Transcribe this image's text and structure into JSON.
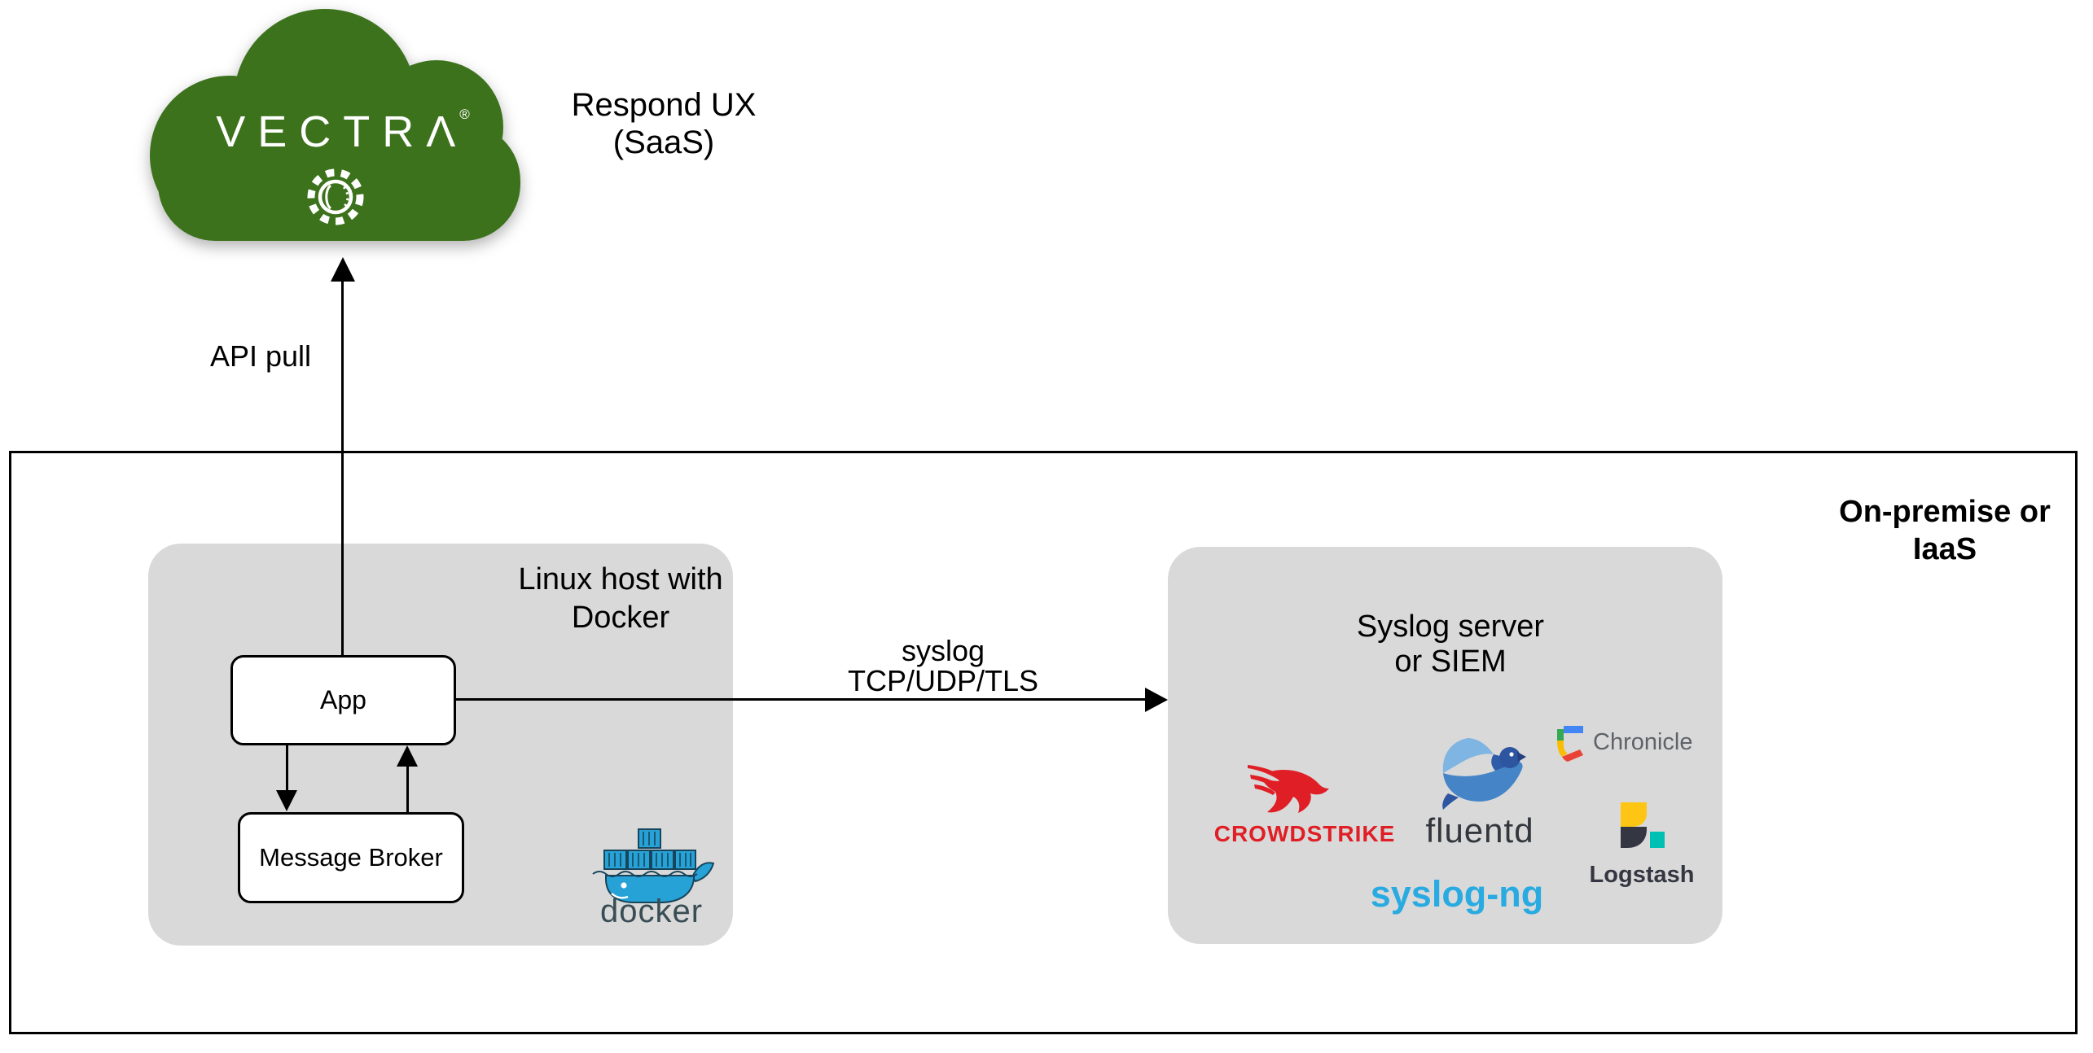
{
  "colors": {
    "vectra-green": "#3d721c",
    "panel-gray": "#d9d9d9",
    "crowdstrike-red": "#e01e25",
    "syslogng-blue": "#29abe2",
    "logstash-dark": "#343741",
    "logstash-teal": "#00bfb3",
    "logstash-yellow": "#fec514",
    "chronicle-gray": "#5f6368",
    "docker-blue": "#27a2d6",
    "docker-dark": "#17455c"
  },
  "cloud": {
    "brand": "VECTRΛ",
    "registered": "®",
    "label_line1": "Respond UX",
    "label_line2": "(SaaS)"
  },
  "connectors": {
    "api_pull": "API pull",
    "syslog_line1": "syslog",
    "syslog_line2": "TCP/UDP/TLS"
  },
  "onprem": {
    "title_line1": "On-premise or",
    "title_line2": "IaaS"
  },
  "linux_host": {
    "title_line1": "Linux host with",
    "title_line2": "Docker",
    "app": "App",
    "message_broker": "Message Broker",
    "docker_wordmark": "docker"
  },
  "siem": {
    "title_line1": "Syslog server",
    "title_line2": "or SIEM",
    "crowdstrike": "CROWDSTRIKE",
    "fluentd": "fluentd",
    "chronicle": "Chronicle",
    "syslog_ng": "syslog-ng",
    "logstash": "Logstash"
  }
}
